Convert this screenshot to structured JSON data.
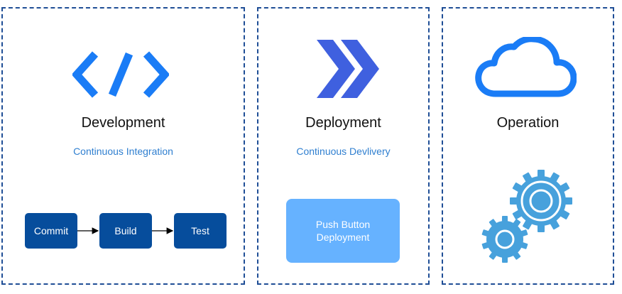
{
  "development": {
    "title": "Development",
    "subtitle": "Continuous Integration",
    "icon": "code-icon",
    "steps": [
      "Commit",
      "Build",
      "Test"
    ]
  },
  "deployment": {
    "title": "Deployment",
    "subtitle": "Continuous Devlivery",
    "icon": "double-chevron-right-icon",
    "action_lines": [
      "Push Button",
      "Deployment"
    ]
  },
  "operation": {
    "title": "Operation",
    "icon": "cloud-icon",
    "secondary_icon": "gears-icon"
  },
  "colors": {
    "border": "#1f4e96",
    "step_fill": "#064d9c",
    "push_fill": "#66b2ff",
    "icon_blue": "#1a7cf6",
    "chevron_blue": "#3f60df",
    "gear_blue": "#47a1dc"
  }
}
